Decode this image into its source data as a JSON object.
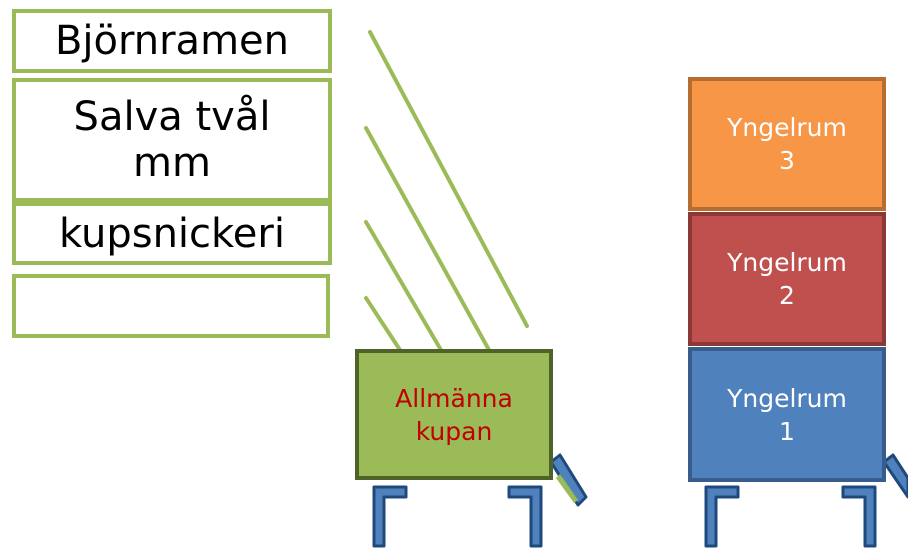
{
  "colors": {
    "green_border": "#9bbb59",
    "hive_fill": "#9bbb59",
    "hive_border": "#4f6228",
    "hive_text": "#c00000",
    "leg_fill": "#4f81bd",
    "leg_border": "#1f497d",
    "yngelrum_3_fill": "#f79646",
    "yngelrum_3_border": "#b66d31",
    "yngelrum_2_fill": "#c0504d",
    "yngelrum_2_border": "#8c3836",
    "yngelrum_1_fill": "#4f81bd",
    "yngelrum_1_border": "#385d8a"
  },
  "topics": [
    {
      "lines": [
        "Björnramen"
      ]
    },
    {
      "lines": [
        "Salva tvål",
        "mm"
      ]
    },
    {
      "lines": [
        "kupsnickeri"
      ]
    },
    {
      "lines": [
        ""
      ]
    }
  ],
  "hive": {
    "lines": [
      "Allmänna",
      "kupan"
    ]
  },
  "brood_boxes": [
    {
      "lines": [
        "Yngelrum",
        "3"
      ]
    },
    {
      "lines": [
        "Yngelrum",
        "2"
      ]
    },
    {
      "lines": [
        "Yngelrum",
        "1"
      ]
    }
  ]
}
